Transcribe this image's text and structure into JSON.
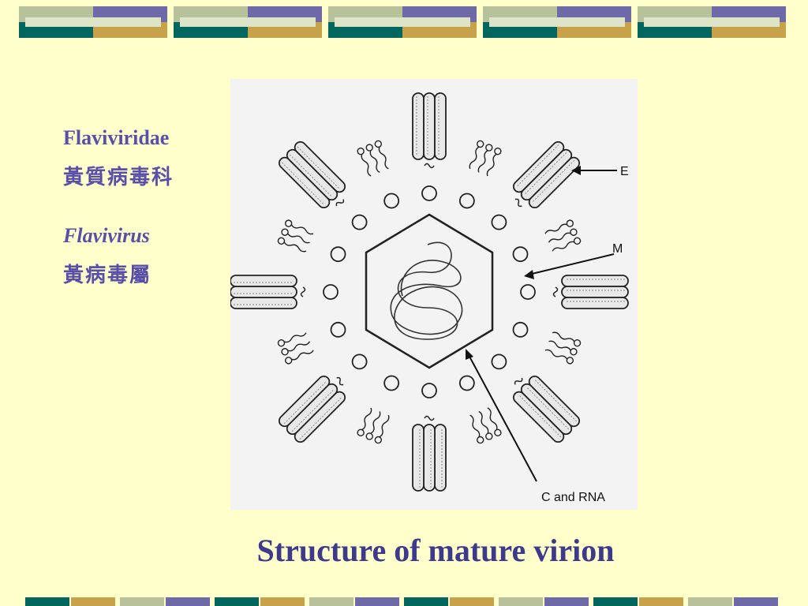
{
  "labels": {
    "family_en": "Flaviviridae",
    "family_zh": "黃質病毒科",
    "genus_en": "Flavivirus",
    "genus_zh": "黃病毒屬"
  },
  "diagram": {
    "label_E": "E",
    "label_M": "M",
    "label_C_RNA": "C and RNA"
  },
  "caption": "Structure of mature virion",
  "colors": {
    "background": "#FFFFCC",
    "text_purple": "#5A4FA8",
    "caption_navy": "#3D3A8C",
    "band_teal": "#00665E",
    "band_sage": "#B7C29A",
    "band_purple": "#6E6AA8",
    "band_gold": "#C7A24A"
  }
}
